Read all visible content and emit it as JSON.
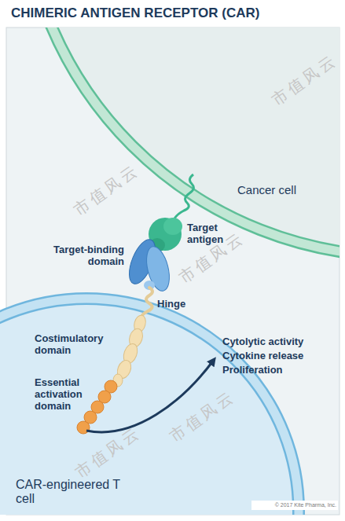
{
  "diagram": {
    "title": "CHIMERIC ANTIGEN RECEPTOR (CAR)",
    "nodes": [
      {
        "text": [
          "Cancer cell"
        ]
      },
      {
        "text": [
          "CAR-engineered T cell"
        ]
      }
    ],
    "labels": [
      "Target antigen",
      "Target-binding domain",
      "Hinge",
      "Costimulatory domain",
      "Essential activation domain",
      "Cytolytic activity",
      "Cytokine release",
      "Proliferation",
      "市值风云",
      "市值风云",
      "市值风云",
      "市值风云",
      "市值风云",
      "© 2017 Kite Pharma, Inc."
    ]
  }
}
